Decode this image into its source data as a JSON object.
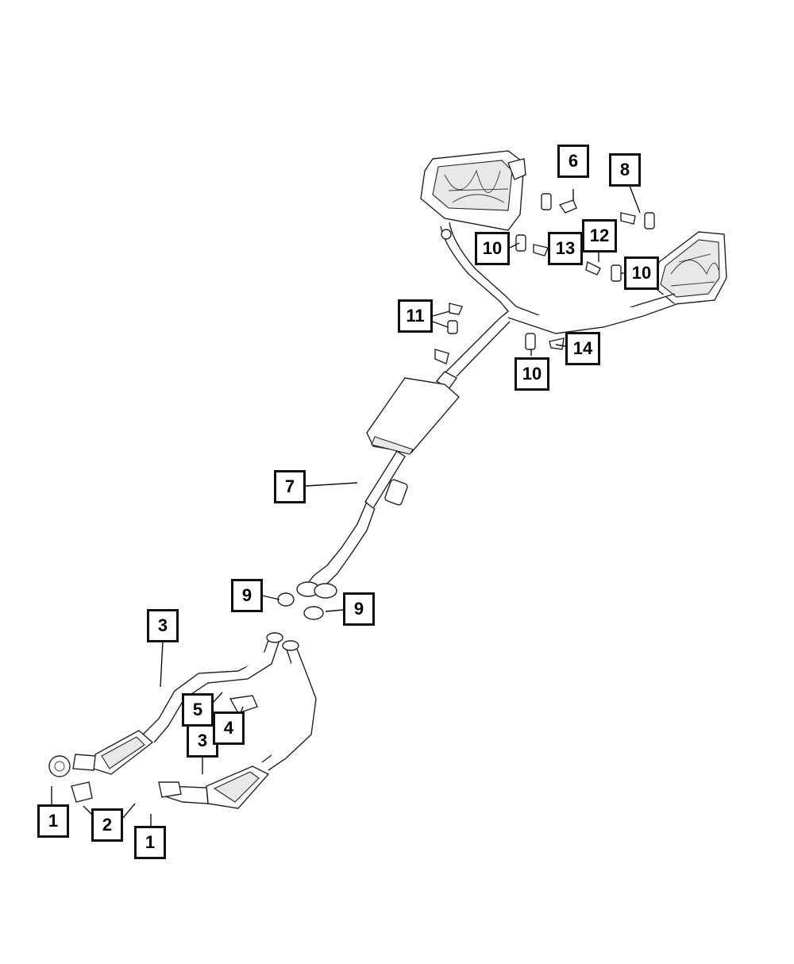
{
  "callouts": [
    {
      "id": "c1a",
      "label": "1"
    },
    {
      "id": "c1b",
      "label": "1"
    },
    {
      "id": "c2",
      "label": "2"
    },
    {
      "id": "c3a",
      "label": "3"
    },
    {
      "id": "c3b",
      "label": "3"
    },
    {
      "id": "c4",
      "label": "4"
    },
    {
      "id": "c5",
      "label": "5"
    },
    {
      "id": "c6",
      "label": "6"
    },
    {
      "id": "c7",
      "label": "7"
    },
    {
      "id": "c8",
      "label": "8"
    },
    {
      "id": "c9a",
      "label": "9"
    },
    {
      "id": "c9b",
      "label": "9"
    },
    {
      "id": "c10a",
      "label": "10"
    },
    {
      "id": "c10b",
      "label": "10"
    },
    {
      "id": "c10c",
      "label": "10"
    },
    {
      "id": "c11",
      "label": "11"
    },
    {
      "id": "c12",
      "label": "12"
    },
    {
      "id": "c13",
      "label": "13"
    },
    {
      "id": "c14",
      "label": "14"
    }
  ]
}
